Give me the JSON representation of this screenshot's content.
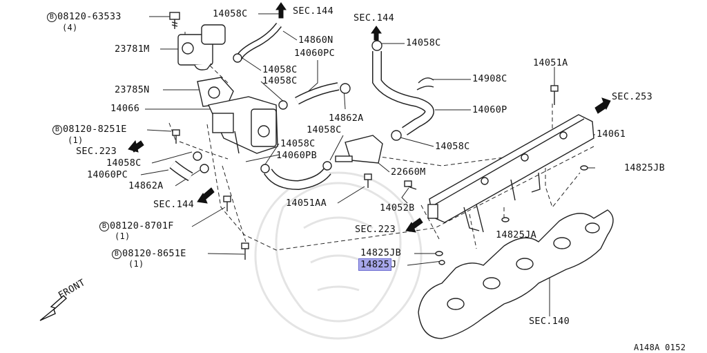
{
  "labels": {
    "bolt_63533": "08120-63533",
    "bolt_63533_qty": "(4)",
    "part_23781M": "23781M",
    "part_14058C_top": "14058C",
    "sec144_top": "SEC.144",
    "part_14860N": "14860N",
    "part_14060PC_top": "14060PC",
    "sec144_right": "SEC.144",
    "part_14058C_right_top": "14058C",
    "part_14058C_mid1": "14058C",
    "part_14058C_mid2": "14058C",
    "part_23785N": "23785N",
    "part_14051A": "14051A",
    "part_14908C": "14908C",
    "sec253": "SEC.253",
    "part_14066": "14066",
    "part_14862A_mid": "14862A",
    "part_14060P": "14060P",
    "bolt_8251E": "08120-8251E",
    "bolt_8251E_qty": "(1)",
    "part_14058C_center": "14058C",
    "part_14061": "14061",
    "sec223_left": "SEC.223",
    "part_14058C_right": "14058C",
    "part_14058C_lower": "14058C",
    "part_14060PB": "14060PB",
    "part_14058C_left": "14058C",
    "part_14825JB_right": "14825JB",
    "part_22660M": "22660M",
    "part_14060PC_left": "14060PC",
    "part_14862A_left": "14862A",
    "sec144_left": "SEC.144",
    "part_14051AA": "14051AA",
    "part_14052B": "14052B",
    "bolt_8701F": "08120-8701F",
    "bolt_8701F_qty": "(1)",
    "sec223_mid": "SEC.223",
    "part_14825JA": "14825JA",
    "part_14825JB_center": "14825JB",
    "bolt_8651E": "08120-8651E",
    "bolt_8651E_qty": "(1)",
    "part_14825J": "14825",
    "part_14825J_suffix": "J",
    "front": "FRONT",
    "sec140": "SEC.140",
    "diagram_code": "A148A 0152",
    "bolt_prefix": "B"
  },
  "colors": {
    "line": "#222222",
    "highlight": "#a7a7ea",
    "watermark": "#e6e6e6"
  }
}
